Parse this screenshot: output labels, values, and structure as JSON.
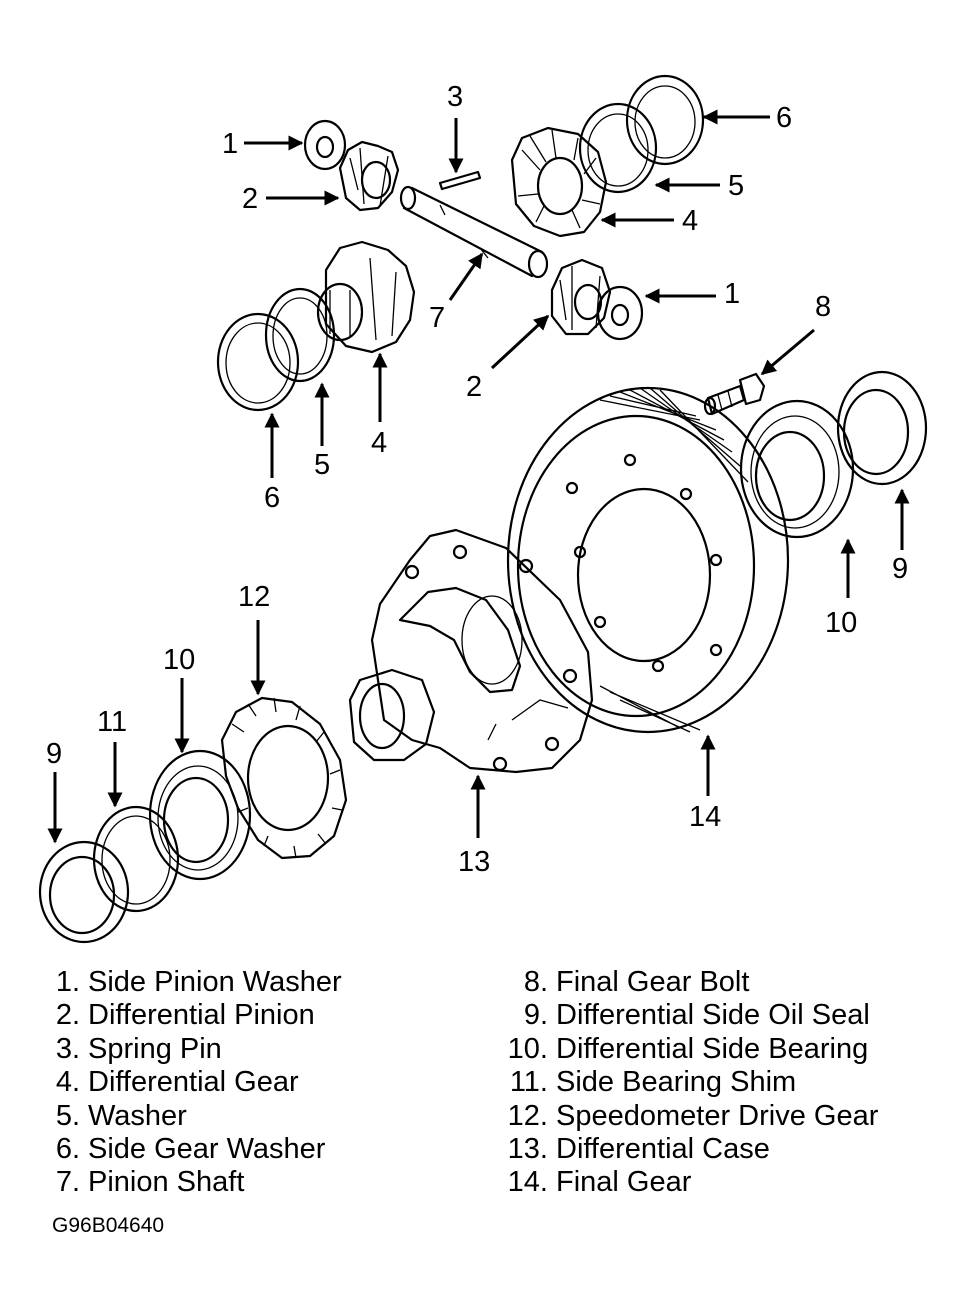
{
  "callouts": [
    "1",
    "2",
    "3",
    "6",
    "5",
    "4",
    "7",
    "1",
    "2",
    "8",
    "6",
    "5",
    "4",
    "12",
    "10",
    "11",
    "9",
    "9",
    "10",
    "14",
    "13"
  ],
  "legend_left": [
    {
      "num": "1.",
      "label": "Side Pinion Washer"
    },
    {
      "num": "2.",
      "label": "Differential Pinion"
    },
    {
      "num": "3.",
      "label": "Spring Pin"
    },
    {
      "num": "4.",
      "label": "Differential Gear"
    },
    {
      "num": "5.",
      "label": "Washer"
    },
    {
      "num": "6.",
      "label": "Side Gear Washer"
    },
    {
      "num": "7.",
      "label": "Pinion Shaft"
    }
  ],
  "legend_right": [
    {
      "num": "8.",
      "label": "Final Gear Bolt"
    },
    {
      "num": "9.",
      "label": "Differential Side Oil Seal"
    },
    {
      "num": "10.",
      "label": "Differential Side Bearing"
    },
    {
      "num": "11.",
      "label": "Side Bearing Shim"
    },
    {
      "num": "12.",
      "label": "Speedometer Drive Gear"
    },
    {
      "num": "13.",
      "label": "Differential Case"
    },
    {
      "num": "14.",
      "label": "Final Gear"
    }
  ],
  "figure_code": "G96B04640"
}
